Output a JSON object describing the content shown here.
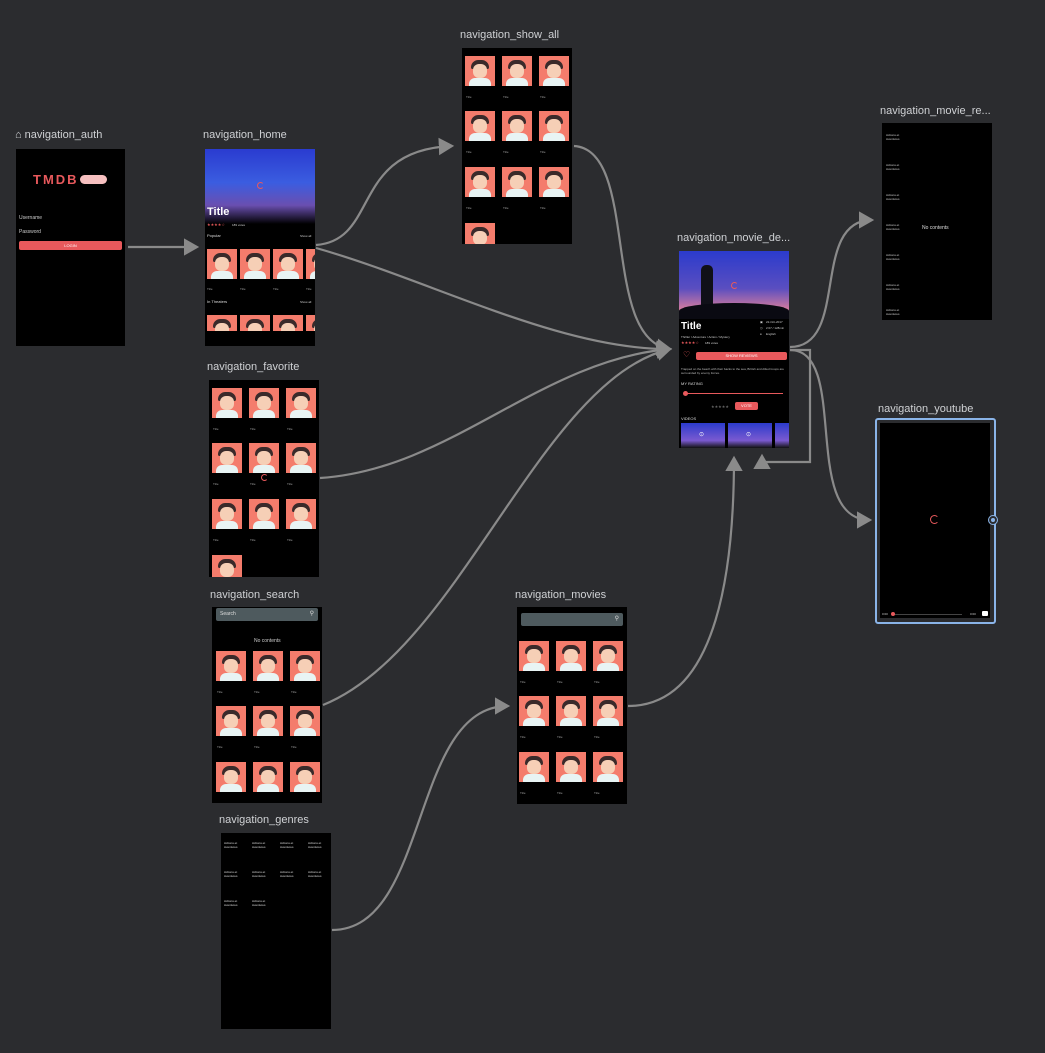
{
  "screens": {
    "auth": {
      "label": "navigation_auth",
      "logo_text": "TMDB",
      "username_label": "Username",
      "password_label": "Password",
      "login_button": "LOGIN"
    },
    "home": {
      "label": "navigation_home",
      "hero_title": "Title",
      "votes": "189 votes",
      "rating_stars": "★★★★☆",
      "popular_label": "Popular",
      "show_all": "Show all",
      "in_theaters_label": "In Theaters",
      "show_all_2": "Show all",
      "poster_title": "Title"
    },
    "show_all": {
      "label": "navigation_show_all",
      "poster_title": "Title"
    },
    "favorite": {
      "label": "navigation_favorite",
      "poster_title": "Title"
    },
    "search": {
      "label": "navigation_search",
      "search_placeholder": "Search",
      "no_contents": "No contents",
      "poster_title": "Title"
    },
    "movies": {
      "label": "navigation_movies",
      "poster_title": "Title"
    },
    "genres": {
      "label": "navigation_genres",
      "genre_tile": "Actions et Aventures"
    },
    "movie_detail": {
      "label": "navigation_movie_de...",
      "title": "Title",
      "genres": "Thriller / Adventure / Action / Mystery",
      "rating_stars": "★★★★☆",
      "votes": "189 votes",
      "release_date": "22-Oct-2017",
      "runtime": "2:07 / 128min",
      "language": "English",
      "show_reviews": "SHOW REVIEWS",
      "overview": "Trapped on the beach with their backs to the sea, British and Allied troops are surrounded by enemy forces.",
      "my_rating": "MY RATING",
      "vote_button": "VOTE",
      "videos_label": "VIDEOS"
    },
    "movie_reviews": {
      "label": "navigation_movie_re...",
      "no_contents": "No contents",
      "side_tile": "Actions et Aventures"
    },
    "youtube": {
      "label": "navigation_youtube",
      "time_start": "0:00",
      "time_end": "0:00"
    }
  },
  "colors": {
    "canvas": "#2b2c2f",
    "accent": "#e8595c",
    "link": "#8a8a8a",
    "selection": "#8ab4e8"
  }
}
